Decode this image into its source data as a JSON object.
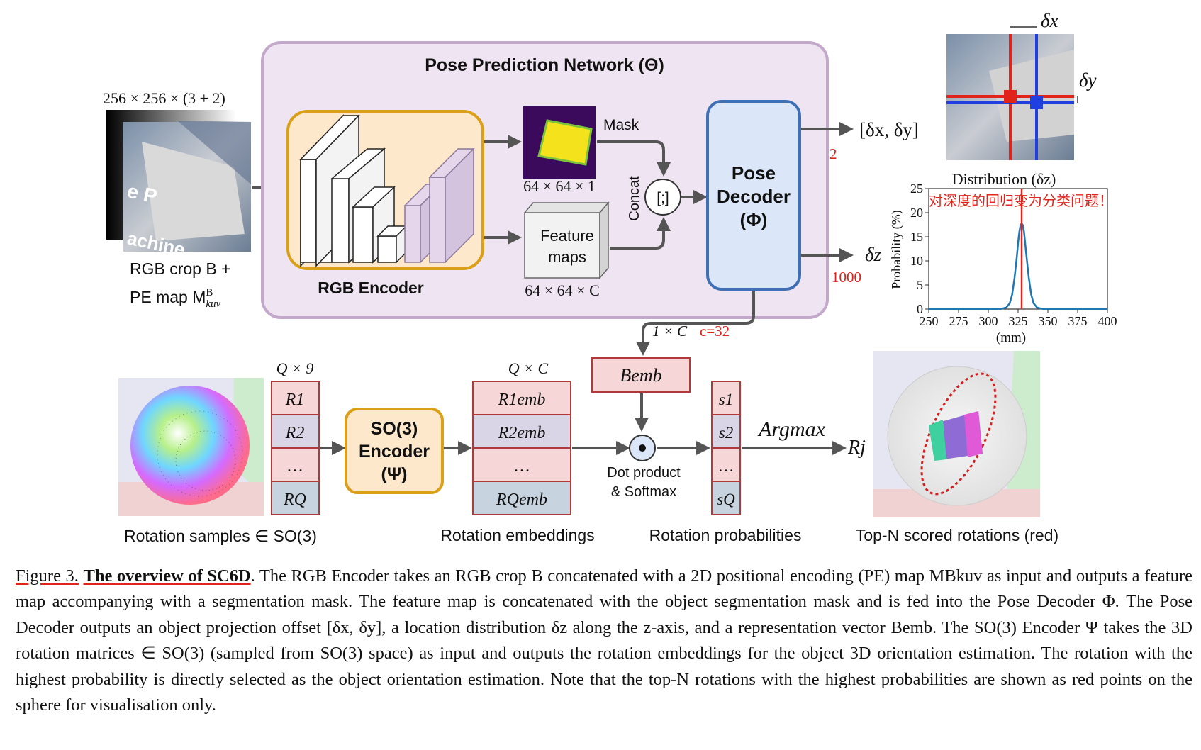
{
  "network": {
    "title": "Pose Prediction Network (Θ)",
    "rgb_encoder_label": "RGB Encoder",
    "mask_label": "Mask",
    "mask_dim": "64 × 64 × 1",
    "feature_maps_label_1": "Feature",
    "feature_maps_label_2": "maps",
    "feature_dim": "64 × 64 × C",
    "concat_label": "Concat",
    "concat_symbol": "[;]",
    "decoder_line1": "Pose",
    "decoder_line2": "Decoder",
    "decoder_line3": "(Φ)",
    "offset_output": "[δx, δy]",
    "offset_annot": "2",
    "depth_output": "δz",
    "depth_annot": "1000",
    "emb_dim": "1 × C",
    "emb_annot": "c=32",
    "b_emb": "Bemb"
  },
  "input": {
    "size_label": "256 × 256 × (3 + 2)",
    "caption_line1": "RGB crop B +",
    "caption_line2": "PE map M",
    "caption_sup": "B",
    "caption_sub": "kuv",
    "image_text_1": "e P",
    "image_text_2": "achine"
  },
  "offset_panel": {
    "label_x": "δx",
    "label_y": "δy"
  },
  "chart_data": {
    "type": "line",
    "title": "Distribution (δz)",
    "xlabel": "(mm)",
    "ylabel": "Probability (%)",
    "xlim": [
      250,
      400
    ],
    "ylim": [
      0,
      25
    ],
    "x_ticks": [
      "250",
      "275",
      "300",
      "325",
      "350",
      "375",
      "400"
    ],
    "y_ticks": [
      "0",
      "5",
      "10",
      "15",
      "20",
      "25"
    ],
    "annotation": "对深度的回归变为分类问题！",
    "marker_x": 328,
    "series": [
      {
        "color": "#1f77b4",
        "x": [
          310,
          315,
          318,
          320,
          322,
          324,
          325,
          326,
          327,
          328,
          329,
          330,
          332,
          334,
          336,
          338,
          341,
          346
        ],
        "y": [
          0,
          0.3,
          1.2,
          3,
          6.5,
          11,
          13.8,
          16,
          17.4,
          17.8,
          17.4,
          16,
          11,
          6.5,
          3,
          1.2,
          0.3,
          0
        ]
      }
    ]
  },
  "rotation": {
    "q9_label": "Q × 9",
    "qc_label": "Q × C",
    "r_cells": [
      "R1",
      "R2",
      "…",
      "RQ"
    ],
    "emb_cells": [
      "R1emb",
      "R2emb",
      "…",
      "RQemb"
    ],
    "s_cells": [
      "s1",
      "s2",
      "…",
      "sQ"
    ],
    "so3_line1": "SO(3)",
    "so3_line2": "Encoder",
    "so3_line3": "(Ψ)",
    "dot_label_1": "Dot product",
    "dot_label_2": "& Softmax",
    "argmax_label": "Argmax",
    "rj_label": "Rj",
    "samples_caption": "Rotation samples ∈ SO(3)",
    "emb_caption": "Rotation embeddings",
    "prob_caption": "Rotation probabilities",
    "topn_caption": "Top-N scored rotations (red)"
  },
  "caption": {
    "figure_label": "Figure 3.",
    "heading": "The overview of SC6D",
    "body": ". The RGB Encoder takes an RGB crop B concatenated with a 2D positional encoding (PE) map MBkuv as input and outputs a feature map accompanying with a segmentation mask. The feature map is concatenated with the object segmentation mask and is fed into the Pose Decoder Φ. The Pose Decoder outputs an object projection offset [δx, δy], a location distribution δz along the z-axis, and a representation vector Bemb. The SO(3) Encoder Ψ takes the 3D rotation matrices ∈ SO(3) (sampled from SO(3) space) as input and outputs the rotation embeddings for the object 3D orientation estimation. The rotation with the highest probability is directly selected as the object orientation estimation. Note that the top-N rotations with the highest probabilities are shown as red points on the sphere for visualisation only."
  },
  "colors": {
    "network_bg": "#efe4f1",
    "network_border": "#c4a8cc",
    "encoder_bg": "#fde8cc",
    "encoder_border": "#d9a018",
    "decoder_bg": "#dbe7f8",
    "decoder_border": "#3f6fb5",
    "so3_bg": "#fde8cc",
    "emb_pink": "#f6d6d6",
    "emb_purple": "#dad5e6",
    "emb_blue": "#c7d3de",
    "cell_border": "#b03a3a",
    "arrow": "#555555",
    "annot_red": "#e0241b"
  }
}
